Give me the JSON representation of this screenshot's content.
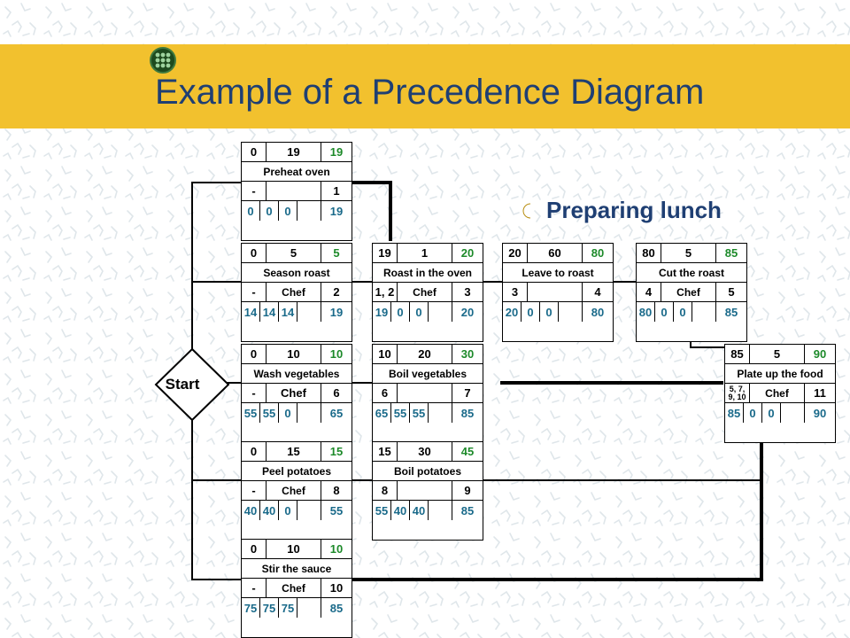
{
  "title": "Example of a Precedence Diagram",
  "subtitle": "Preparing lunch",
  "start_label": "Start",
  "colors": {
    "accent_band": "#f2c12e",
    "title": "#1f3f73",
    "finish_time": "#1d8a2a",
    "float_values": "#1a6a8a"
  },
  "icons": {
    "title_bullet": "grid-ball-icon",
    "subtitle_bullet": "crescent-bullet-icon"
  },
  "nodes": [
    {
      "id": "preheat",
      "es": "0",
      "dur": "19",
      "ef": "19",
      "name": "Preheat oven",
      "pred": "-",
      "res": "",
      "num": "1",
      "f1": "0",
      "f2": "0",
      "f3": "0",
      "lf": "19"
    },
    {
      "id": "season",
      "es": "0",
      "dur": "5",
      "ef": "5",
      "name": "Season roast",
      "pred": "-",
      "res": "Chef",
      "num": "2",
      "f1": "14",
      "f2": "14",
      "f3": "14",
      "lf": "19"
    },
    {
      "id": "roast",
      "es": "19",
      "dur": "1",
      "ef": "20",
      "name": "Roast in the oven",
      "pred": "1, 2",
      "res": "Chef",
      "num": "3",
      "f1": "19",
      "f2": "0",
      "f3": "0",
      "lf": "20"
    },
    {
      "id": "leave",
      "es": "20",
      "dur": "60",
      "ef": "80",
      "name": "Leave to roast",
      "pred": "3",
      "res": "",
      "num": "4",
      "f1": "20",
      "f2": "0",
      "f3": "0",
      "lf": "80"
    },
    {
      "id": "cut",
      "es": "80",
      "dur": "5",
      "ef": "85",
      "name": "Cut the roast",
      "pred": "4",
      "res": "Chef",
      "num": "5",
      "f1": "80",
      "f2": "0",
      "f3": "0",
      "lf": "85"
    },
    {
      "id": "wash",
      "es": "0",
      "dur": "10",
      "ef": "10",
      "name": "Wash vegetables",
      "pred": "-",
      "res": "Chef",
      "num": "6",
      "f1": "55",
      "f2": "55",
      "f3": "0",
      "lf": "65"
    },
    {
      "id": "boilveg",
      "es": "10",
      "dur": "20",
      "ef": "30",
      "name": "Boil vegetables",
      "pred": "6",
      "res": "",
      "num": "7",
      "f1": "65",
      "f2": "55",
      "f3": "55",
      "lf": "85"
    },
    {
      "id": "plate",
      "es": "85",
      "dur": "5",
      "ef": "90",
      "name": "Plate up the food",
      "pred": "5, 7, 9, 10",
      "res": "Chef",
      "num": "11",
      "f1": "85",
      "f2": "0",
      "f3": "0",
      "lf": "90"
    },
    {
      "id": "peel",
      "es": "0",
      "dur": "15",
      "ef": "15",
      "name": "Peel potatoes",
      "pred": "-",
      "res": "Chef",
      "num": "8",
      "f1": "40",
      "f2": "40",
      "f3": "0",
      "lf": "55"
    },
    {
      "id": "boilpot",
      "es": "15",
      "dur": "30",
      "ef": "45",
      "name": "Boil potatoes",
      "pred": "8",
      "res": "",
      "num": "9",
      "f1": "55",
      "f2": "40",
      "f3": "40",
      "lf": "85"
    },
    {
      "id": "sauce",
      "es": "0",
      "dur": "10",
      "ef": "10",
      "name": "Stir the sauce",
      "pred": "-",
      "res": "Chef",
      "num": "10",
      "f1": "75",
      "f2": "75",
      "f3": "75",
      "lf": "85"
    }
  ]
}
